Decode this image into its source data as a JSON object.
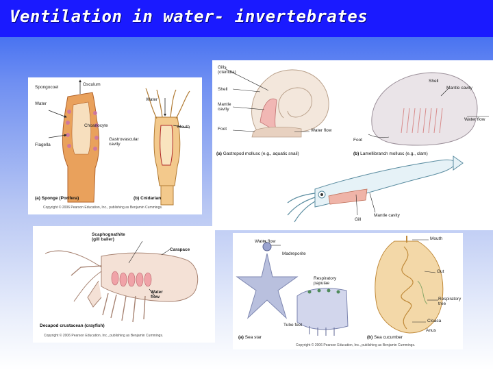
{
  "title": "Ventilation in water- invertebrates",
  "sponge_cnidarian": {
    "labels": {
      "spongocoel": "Spongocoel",
      "osculum": "Osculum",
      "water1": "Water",
      "choanocyte": "Choanocyte",
      "flagella": "Flagella",
      "water2": "Water",
      "mouth": "Mouth",
      "gastrovascular": "Gastrovascular\ncavity"
    },
    "caption_a_letter": "(a)",
    "caption_a": "Sponge (Porifera)",
    "caption_b_letter": "(b)",
    "caption_b": "Cnidarian",
    "copyright": "Copyright © 2006 Pearson Education, Inc., publishing as Benjamin Cummings."
  },
  "molluscs": {
    "labels": {
      "gills": "Gills\n(ctenidia)",
      "shell1": "Shell",
      "mantle_cavity1": "Mantle\ncavity",
      "foot1": "Foot",
      "water_flow1": "Water flow",
      "shell2": "Shell",
      "mantle_cavity2": "Mantle cavity",
      "water_flow2": "Water flow",
      "foot2": "Foot",
      "mantle_cavity3": "Mantle cavity",
      "gill": "Gill"
    },
    "caption_a_letter": "(a)",
    "caption_a": "Gastropod mollusc (e.g., aquatic snail)",
    "caption_b_letter": "(b)",
    "caption_b": "Lamellibranch mollusc (e.g., clam)"
  },
  "crayfish": {
    "labels": {
      "scaphognathite": "Scaphognathite\n(gill bailer)",
      "carapace": "Carapace",
      "water_flow": "Water\nflow"
    },
    "caption": "Decapod crustacean (crayfish)",
    "copyright": "Copyright © 2006 Pearson Education, Inc., publishing as Benjamin Cummings."
  },
  "echinoderms": {
    "labels": {
      "water_flow": "Water flow",
      "madreporite": "Madreporite",
      "respiratory_papulae": "Respiratory\npapulae",
      "tube_feet": "Tube feet",
      "mouth": "Mouth",
      "gut": "Gut",
      "respiratory_tree": "Respiratory\ntree",
      "cloaca": "Cloaca",
      "anus": "Anus"
    },
    "caption_a_letter": "(a)",
    "caption_a": "Sea star",
    "caption_b_letter": "(b)",
    "caption_b": "Sea cucumber",
    "copyright": "Copyright © 2006 Pearson Education, Inc., publishing as Benjamin Cummings."
  }
}
